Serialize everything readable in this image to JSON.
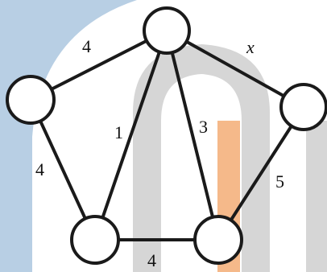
{
  "graph": {
    "node_count": 5,
    "edges": [
      {
        "from": "top",
        "to": "left",
        "weight": "4"
      },
      {
        "from": "left",
        "to": "bottom-left",
        "weight": "4"
      },
      {
        "from": "bottom-left",
        "to": "bottom-right",
        "weight": "4"
      },
      {
        "from": "top",
        "to": "bottom-left",
        "weight": "1"
      },
      {
        "from": "top",
        "to": "bottom-right",
        "weight": "3"
      },
      {
        "from": "top",
        "to": "right",
        "weight": "x"
      },
      {
        "from": "right",
        "to": "bottom-right",
        "weight": "5"
      }
    ]
  },
  "colors": {
    "background_left": "#b8cfe4",
    "watermark_gray": "#d6d6d6",
    "watermark_orange": "#f5b98a",
    "edge_stroke": "#1a1a1a",
    "node_fill": "#ffffff"
  }
}
